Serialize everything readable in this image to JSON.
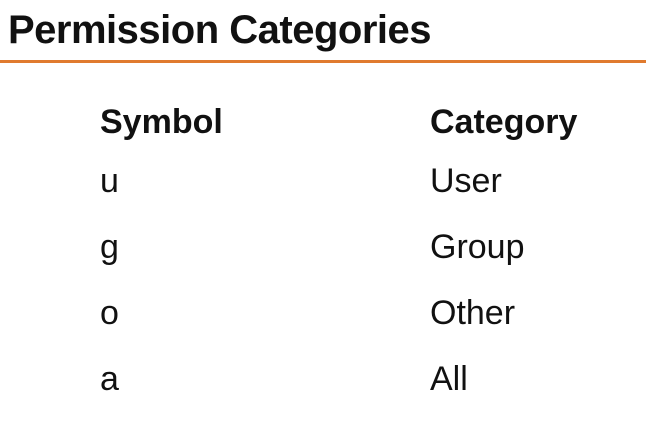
{
  "title": "Permission Categories",
  "colors": {
    "accent_rule": "#e07a2e",
    "text": "#111111"
  },
  "table": {
    "headers": {
      "symbol": "Symbol",
      "category": "Category"
    },
    "rows": [
      {
        "symbol": "u",
        "category": "User"
      },
      {
        "symbol": "g",
        "category": "Group"
      },
      {
        "symbol": "o",
        "category": "Other"
      },
      {
        "symbol": "a",
        "category": "All"
      }
    ]
  }
}
